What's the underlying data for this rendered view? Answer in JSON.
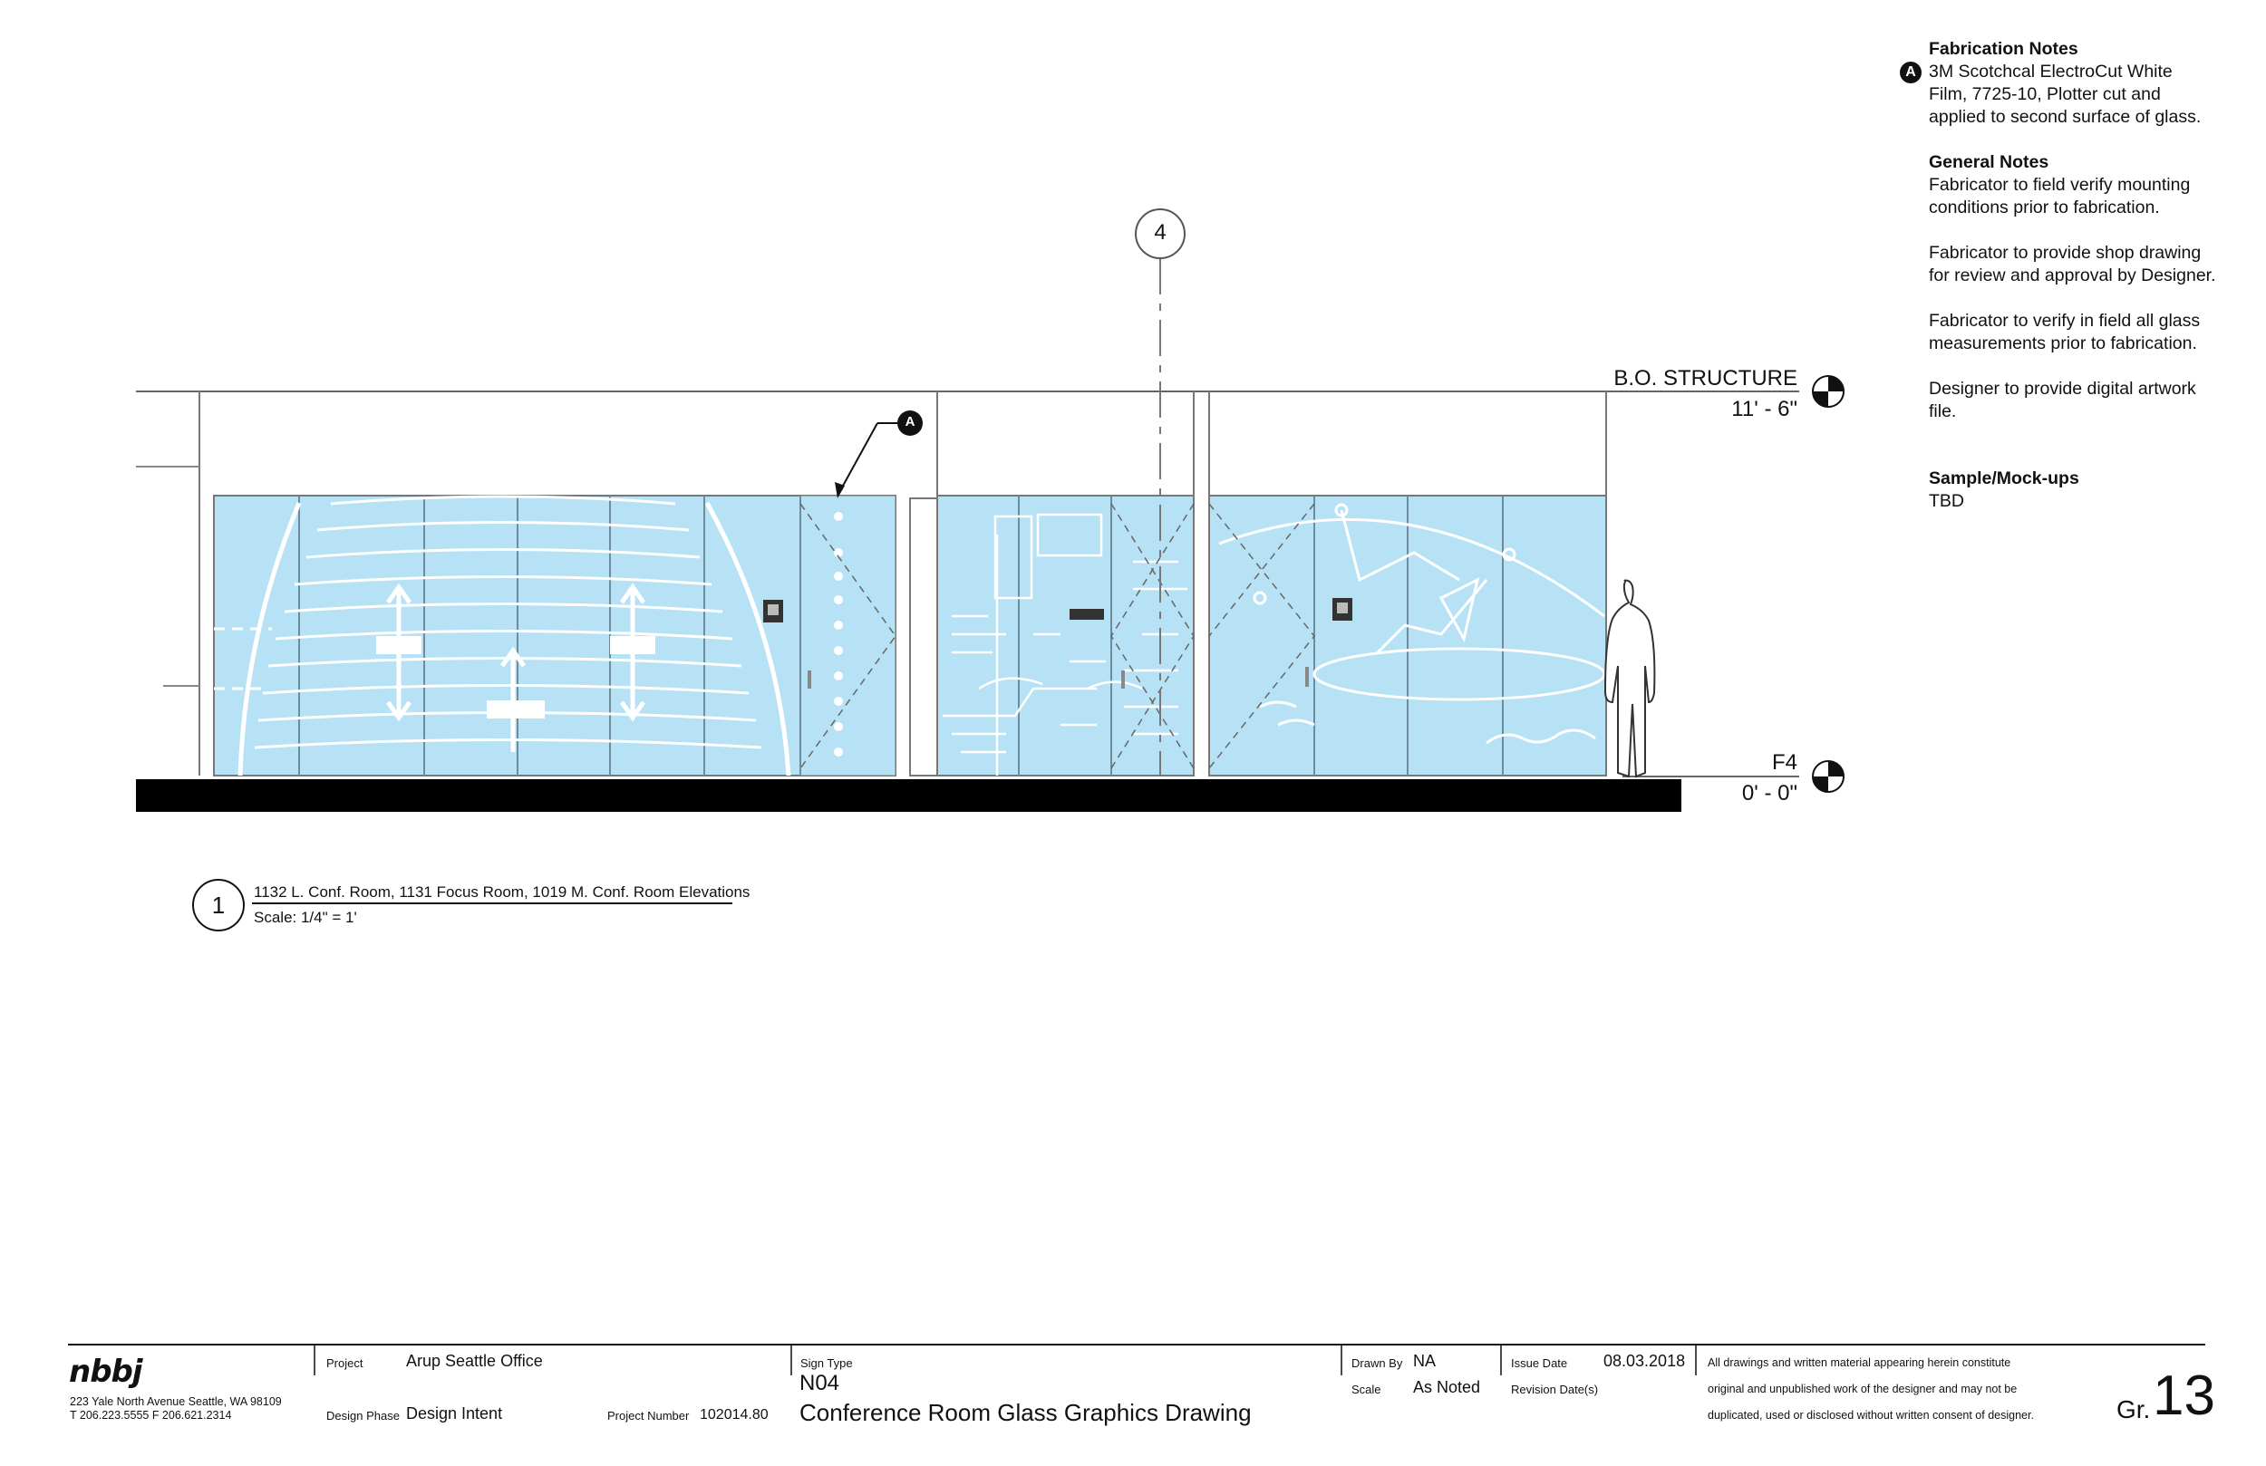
{
  "notes": {
    "fabrication_heading": "Fabrication Notes",
    "fabrication_badge": "A",
    "fabrication_lines": [
      "3M Scotchcal ElectroCut White",
      "Film, 7725-10, Plotter cut and",
      "applied to second surface of glass."
    ],
    "general_heading": "General Notes",
    "general_1": [
      "Fabricator to field verify mounting",
      "conditions prior to fabrication."
    ],
    "general_2": [
      "Fabricator to provide shop drawing",
      "for review and approval by Designer."
    ],
    "general_3": [
      "Fabricator to verify in field all glass",
      "measurements prior to fabrication."
    ],
    "general_4": [
      "Designer to provide digital artwork",
      "file."
    ],
    "sample_heading": "Sample/Mock-ups",
    "sample_value": "TBD"
  },
  "drawing": {
    "grid_marker": "4",
    "callout": "A",
    "top_level_name": "B.O. STRUCTURE",
    "top_level_value": "11' - 6\"",
    "floor_level_name": "F4",
    "floor_level_value": "0' - 0\"",
    "view_number": "1",
    "view_title": "1132 L. Conf. Room, 1131 Focus Room, 1019 M. Conf. Room Elevations",
    "view_scale": "Scale: 1/4\" = 1'",
    "glass_color": "#b7e2f5"
  },
  "title_block": {
    "logo": "nbbj",
    "address": "223 Yale North Avenue Seattle, WA 98109",
    "phone": "T 206.223.5555   F 206.621.2314",
    "project_label": "Project",
    "project_value": "Arup Seattle Office",
    "phase_label": "Design Phase",
    "phase_value": "Design Intent",
    "project_number_label": "Project Number",
    "project_number_value": "102014.80",
    "sign_type_label": "Sign Type",
    "sign_type_value": "N04",
    "sheet_title": "Conference Room Glass Graphics Drawing",
    "drawn_by_label": "Drawn By",
    "drawn_by_value": "NA",
    "scale_label": "Scale",
    "scale_value": "As Noted",
    "issue_date_label": "Issue Date",
    "issue_date_value": "08.03.2018",
    "revision_label": "Revision Date(s)",
    "disclaimer": [
      "All drawings and written material appearing herein constitute",
      "original and unpublished work of the designer and may not be",
      "duplicated, used or disclosed without written consent of designer."
    ],
    "sheet_prefix": "Gr.",
    "sheet_number": "13"
  }
}
